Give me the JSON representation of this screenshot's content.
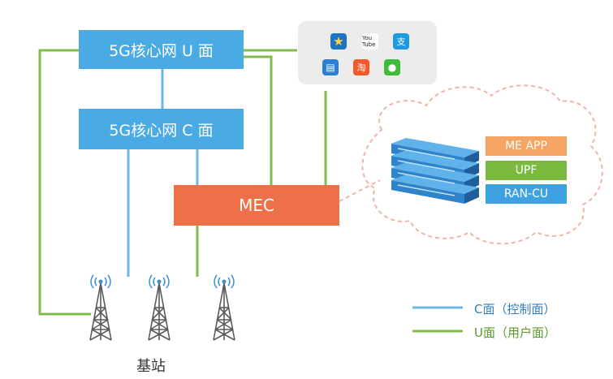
{
  "nodes": {
    "u_plane": "5G核心网 U 面",
    "c_plane": "5G核心网 C 面",
    "mec": "MEC",
    "me_app": "ME APP",
    "upf": "UPF",
    "ran_cu": "RAN-CU",
    "base_station": "基站"
  },
  "legend": {
    "c_plane": "C面（控制面）",
    "u_plane": "U面（用户面）"
  },
  "apps": [
    "star-app-icon",
    "youtube-app-icon",
    "alipay-app-icon",
    "video-clapper-app-icon",
    "taobao-app-icon",
    "wechat-app-icon"
  ],
  "app_glyphs": {
    "youtube": "You Tube",
    "alipay": "支",
    "taobao": "淘"
  },
  "colors": {
    "c_line": "#6bb7e6",
    "u_line": "#82bd4c",
    "core_box": "#4aaae3",
    "mec_box": "#ee7048",
    "dashed_cloud": "#f0b5a8"
  }
}
